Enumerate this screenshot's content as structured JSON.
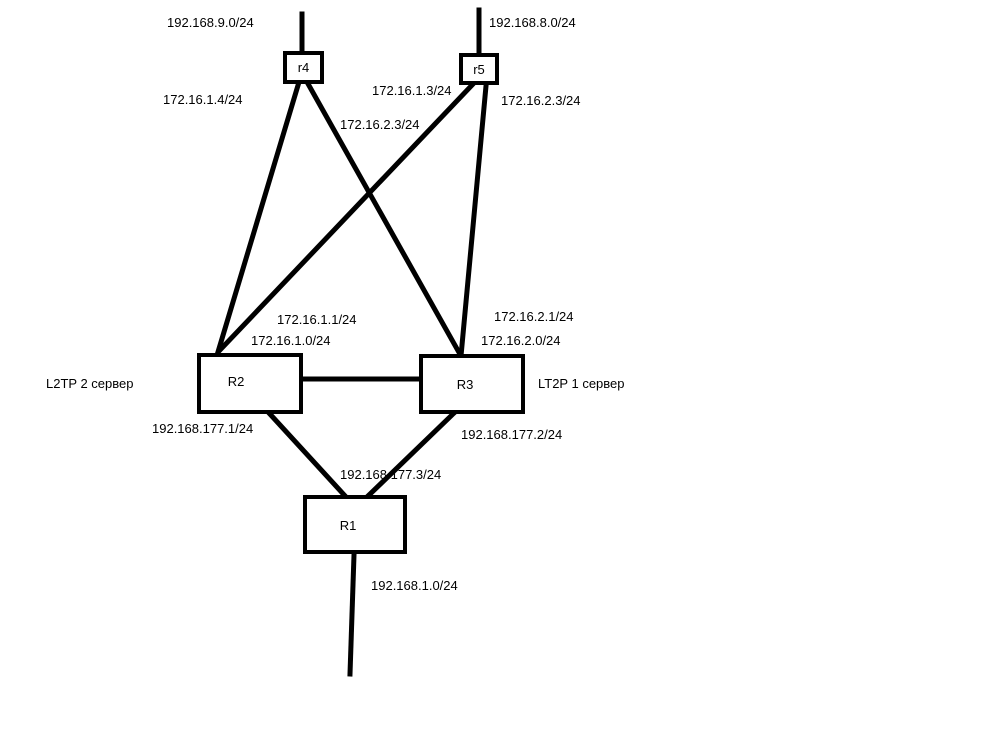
{
  "nodes": {
    "r4": "r4",
    "r5": "r5",
    "R2": "R2",
    "R3": "R3",
    "R1": "R1"
  },
  "roles": {
    "r2_role": "L2TP 2 сервер",
    "r3_role": "LT2P 1 сервер"
  },
  "addresses": {
    "r4_lan": "192.168.9.0/24",
    "r5_lan": "192.168.8.0/24",
    "r4_to_r2": "172.16.1.4/24",
    "r5_to_r2": "172.16.1.3/24",
    "r4_to_r3": "172.16.2.3/24",
    "r5_to_r3": "172.16.2.3/24",
    "r2_to_r4_a": "172.16.1.1/24",
    "r2_to_r4_b": "172.16.1.0/24",
    "r3_to_r5_a": "172.16.2.1/24",
    "r3_to_r5_b": "172.16.2.0/24",
    "r2_to_r1": "192.168.177.1/24",
    "r3_to_r1": "192.168.177.2/24",
    "r1_upstream": "192.168.177.3/24",
    "r1_lan": "192.168.1.0/24"
  }
}
